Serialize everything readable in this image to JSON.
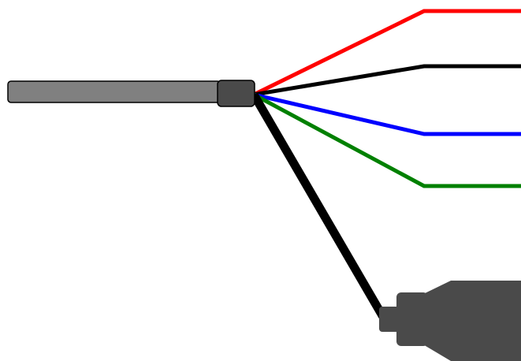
{
  "diagram": {
    "subject": "cable-breakout",
    "colors": {
      "background": "#ffffff",
      "cable_jacket": "#808080",
      "connector_body": "#4a4a4a",
      "outline": "#000000",
      "wire_red": "#ff0000",
      "wire_black": "#000000",
      "wire_blue": "#0000ff",
      "wire_green": "#008000",
      "shield_drain": "#000000"
    },
    "wires": [
      {
        "name": "red-wire",
        "color": "#ff0000"
      },
      {
        "name": "black-wire",
        "color": "#000000"
      },
      {
        "name": "blue-wire",
        "color": "#0000ff"
      },
      {
        "name": "green-wire",
        "color": "#008000"
      }
    ],
    "has_drain_plug": true
  }
}
